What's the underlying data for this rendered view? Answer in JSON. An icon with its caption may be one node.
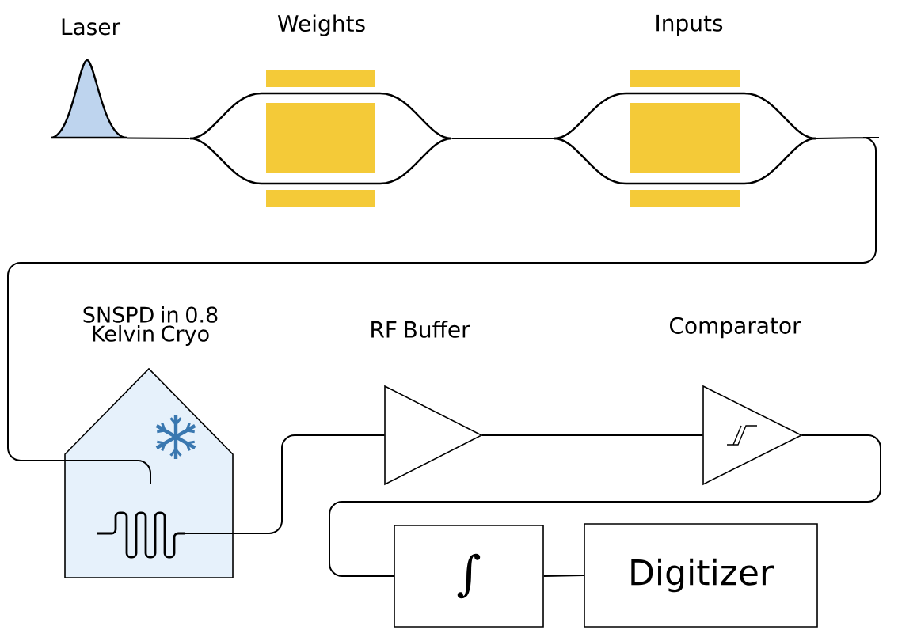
{
  "diagram": {
    "nodes": [
      {
        "text": [
          "Laser"
        ]
      },
      {
        "text": [
          "Weights"
        ]
      },
      {
        "text": [
          "Inputs"
        ]
      },
      {
        "text": [
          "SNSPD in 0.8 Kelvin Cryo"
        ]
      },
      {
        "text": [
          "RF Buffer"
        ]
      },
      {
        "text": [
          "Comparator"
        ]
      },
      {
        "text": [
          "∫"
        ]
      },
      {
        "text": [
          "Digitizer"
        ]
      }
    ],
    "edges": [
      {
        "from": 0,
        "to": 1,
        "arrow": "none"
      },
      {
        "from": 1,
        "to": 2,
        "arrow": "none"
      },
      {
        "from": 2,
        "to": 3,
        "arrow": "none"
      },
      {
        "from": 3,
        "to": 4,
        "arrow": "none"
      },
      {
        "from": 4,
        "to": 5,
        "arrow": "none"
      },
      {
        "from": 5,
        "to": 6,
        "arrow": "none"
      },
      {
        "from": 6,
        "to": 7,
        "arrow": "none"
      }
    ]
  }
}
